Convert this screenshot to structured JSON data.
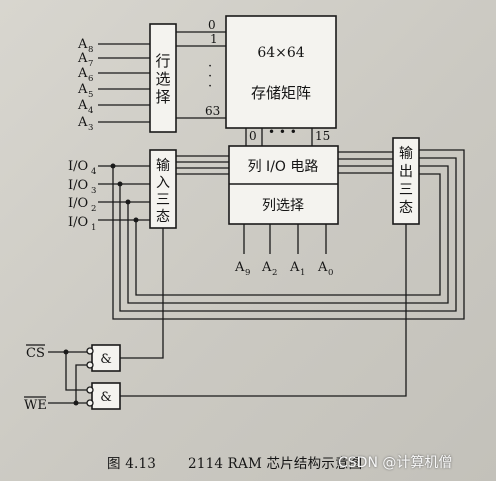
{
  "address": {
    "row": [
      {
        "base": "A",
        "sub": "8"
      },
      {
        "base": "A",
        "sub": "7"
      },
      {
        "base": "A",
        "sub": "6"
      },
      {
        "base": "A",
        "sub": "5"
      },
      {
        "base": "A",
        "sub": "4"
      },
      {
        "base": "A",
        "sub": "3"
      }
    ],
    "col": [
      {
        "base": "A",
        "sub": "9"
      },
      {
        "base": "A",
        "sub": "2"
      },
      {
        "base": "A",
        "sub": "1"
      },
      {
        "base": "A",
        "sub": "0"
      }
    ]
  },
  "array": {
    "size": "64×64",
    "name": "存储矩阵",
    "row_first": "0",
    "row_second": "1",
    "row_last": "63",
    "col_first": "0",
    "col_last": "15"
  },
  "blocks": {
    "row_select": [
      "行",
      "选",
      "择"
    ],
    "column_io": "列 I/O 电路",
    "column_select": "列选择",
    "input_tristate": [
      "输",
      "入",
      "三",
      "态"
    ],
    "output_tristate": [
      "输",
      "出",
      "三",
      "态"
    ]
  },
  "io": [
    {
      "base": "I/O",
      "sub": "4"
    },
    {
      "base": "I/O",
      "sub": "3"
    },
    {
      "base": "I/O",
      "sub": "2"
    },
    {
      "base": "I/O",
      "sub": "1"
    }
  ],
  "control": {
    "cs": "CS",
    "we": "WE"
  },
  "gates": {
    "symbol": "&"
  },
  "caption": {
    "number": "图 4.13",
    "title": "2114 RAM 芯片结构示意图"
  },
  "watermark": "CSDN @计算机僧"
}
